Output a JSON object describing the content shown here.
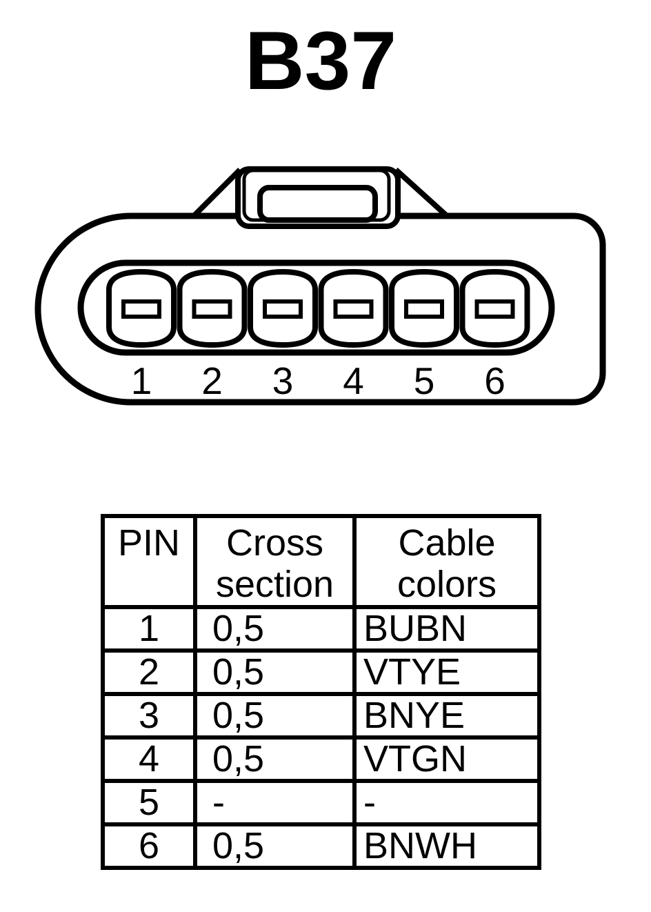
{
  "title": "B37",
  "connector": {
    "pin_labels": [
      "1",
      "2",
      "3",
      "4",
      "5",
      "6"
    ]
  },
  "table": {
    "headers": [
      "PIN",
      "Cross section",
      "Cable colors"
    ],
    "rows": [
      [
        "1",
        "0,5",
        "BUBN"
      ],
      [
        "2",
        "0,5",
        "VTYE"
      ],
      [
        "3",
        "0,5",
        "BNYE"
      ],
      [
        "4",
        "0,5",
        "VTGN"
      ],
      [
        "5",
        "-",
        "-"
      ],
      [
        "6",
        "0,5",
        "BNWH"
      ]
    ]
  },
  "colors": {
    "ink": "#000000",
    "background": "#ffffff"
  }
}
